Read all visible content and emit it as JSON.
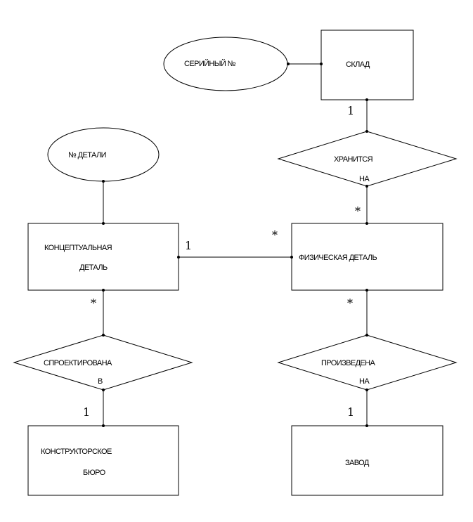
{
  "entities": {
    "warehouse": "СКЛАД",
    "conceptual_part_line1": "КОНЦЕПТУАЛЬНАЯ",
    "conceptual_part_line2": "ДЕТАЛЬ",
    "physical_part": "ФИЗИЧЕСКАЯ ДЕТАЛЬ",
    "design_bureau_line1": "КОНСТРУКТОРСКОЕ",
    "design_bureau_line2": "БЮРО",
    "plant": "ЗАВОД"
  },
  "attributes": {
    "serial_no": "СЕРИЙНЫЙ №",
    "part_no": "№ ДЕТАЛИ"
  },
  "relationships": {
    "stored_line1": "ХРАНИТСЯ",
    "stored_line2": "НА",
    "designed_line1": "СПРОЕКТИРОВАНА",
    "designed_line2": "В",
    "produced_line1": "ПРОИЗВЕДЕНА",
    "produced_line2": "НА"
  },
  "cardinalities": {
    "warehouse_stored": "1",
    "stored_physical": "*",
    "conceptual_link": "1",
    "physical_link": "*",
    "conceptual_designed": "*",
    "designed_bureau": "1",
    "physical_produced": "*",
    "produced_plant": "1"
  }
}
